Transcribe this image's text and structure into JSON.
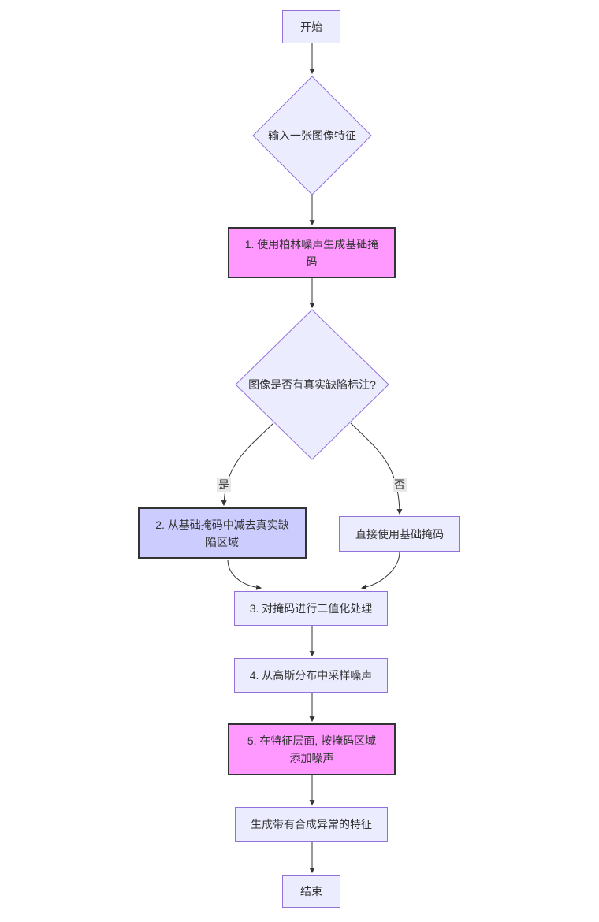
{
  "diagram": {
    "type": "flowchart",
    "direction": "top-down",
    "nodes": {
      "start": {
        "label": "开始",
        "shape": "rect",
        "style": "default"
      },
      "input": {
        "label": "输入一张图像特征",
        "shape": "diamond",
        "style": "default"
      },
      "step1": {
        "label": "1. 使用柏林噪声生成基础掩\n码",
        "shape": "rect",
        "style": "pink-highlight"
      },
      "decision": {
        "label": "图像是否有真实缺陷标注?",
        "shape": "diamond",
        "style": "default"
      },
      "step2": {
        "label": "2. 从基础掩码中减去真实缺\n陷区域",
        "shape": "rect",
        "style": "purple-highlight"
      },
      "direct": {
        "label": "直接使用基础掩码",
        "shape": "rect",
        "style": "default"
      },
      "step3": {
        "label": "3. 对掩码进行二值化处理",
        "shape": "rect",
        "style": "default"
      },
      "step4": {
        "label": "4. 从高斯分布中采样噪声",
        "shape": "rect",
        "style": "default"
      },
      "step5": {
        "label": "5. 在特征层面, 按掩码区域\n添加噪声",
        "shape": "rect",
        "style": "pink-highlight"
      },
      "output": {
        "label": "生成带有合成异常的特征",
        "shape": "rect",
        "style": "default"
      },
      "end": {
        "label": "结束",
        "shape": "rect",
        "style": "default"
      }
    },
    "edge_labels": {
      "yes": "是",
      "no": "否"
    },
    "colors": {
      "node_fill": "#ECECFF",
      "node_border": "#9370DB",
      "pink_fill": "#FF99FF",
      "purple_fill": "#CCCCFF",
      "highlight_border": "#333333",
      "edge_stroke": "#333333",
      "text": "#333333",
      "edge_label_bg": "#e8e8e8",
      "background": "#ffffff"
    }
  }
}
